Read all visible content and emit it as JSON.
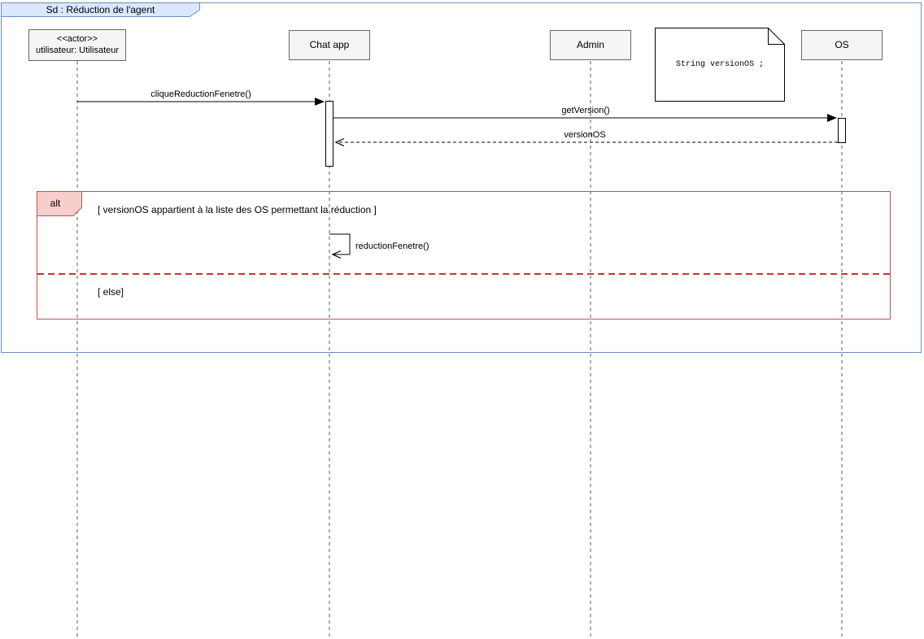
{
  "frame": {
    "title": "Sd :  Réduction de l'agent"
  },
  "participants": [
    {
      "stereotype": "<<actor>>",
      "name": "utilisateur: Utilisateur"
    },
    {
      "name": "Chat app"
    },
    {
      "name": "Admin"
    },
    {
      "name": "OS"
    }
  ],
  "note": {
    "text": "String versionOS ;"
  },
  "messages": [
    {
      "label": "cliqueReductionFenetre()",
      "type": "sync-call"
    },
    {
      "label": "getVersion()",
      "type": "sync-call"
    },
    {
      "label": "versionOS",
      "type": "return"
    },
    {
      "label": "reductionFenetre()",
      "type": "self-call"
    }
  ],
  "alt": {
    "operator": "alt",
    "guard_if": "[ versionOS appartient à la liste des OS permettant la réduction ]",
    "guard_else": "[ else]"
  },
  "colors": {
    "frame_border": "#6c8ebf",
    "frame_tab_fill": "#dae8fc",
    "participant_fill": "#f5f5f5",
    "participant_border": "#666666",
    "alt_border": "#b85450",
    "alt_label_fill": "#f8cecc",
    "divider": "#cc3333"
  }
}
